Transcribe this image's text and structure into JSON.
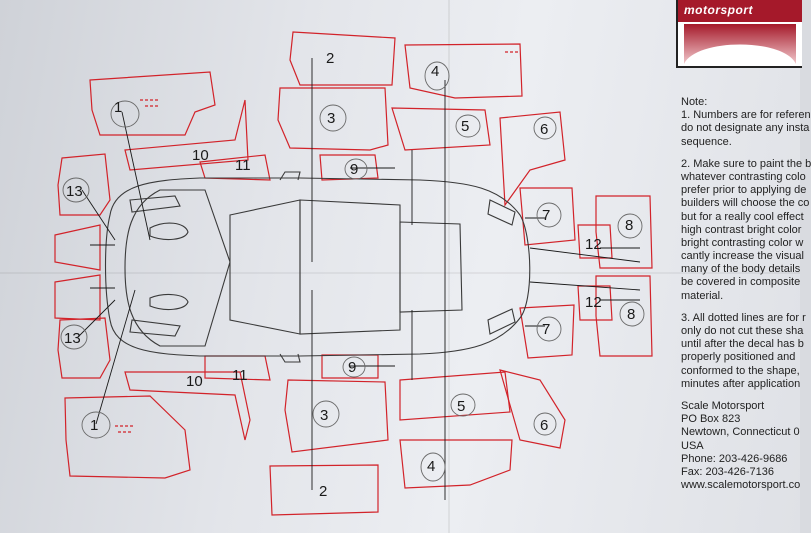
{
  "logo": {
    "text": "motorsport"
  },
  "notes": {
    "heading": "Note:",
    "note1": [
      "1. Numbers are for referen",
      "do not designate any insta",
      "sequence."
    ],
    "note2": [
      "2. Make sure to paint the b",
      "whatever contrasting colo",
      "prefer prior to applying de",
      "builders will choose the co",
      "but for a really cool effect",
      "high contrast bright color",
      "bright contrasting color w",
      "cantly increase the visual",
      "many of the body details",
      "be covered in composite",
      "material."
    ],
    "note3": [
      "3. All dotted lines are for r",
      "only do not cut these sha",
      "until after the decal has b",
      "properly positioned and",
      "conformed to the shape,",
      "minutes after application"
    ]
  },
  "contact": [
    "Scale Motorsport",
    "PO Box 823",
    "Newtown, Connecticut 0",
    "USA",
    "Phone: 203-426-9686",
    "Fax: 203-426-7136",
    "www.scalemotorsport.co"
  ],
  "parts": {
    "p1a": "1",
    "p1b": "1",
    "p2a": "2",
    "p2b": "2",
    "p3a": "3",
    "p3b": "3",
    "p4a": "4",
    "p4b": "4",
    "p5a": "5",
    "p5b": "5",
    "p6a": "6",
    "p6b": "6",
    "p7a": "7",
    "p7b": "7",
    "p8a": "8",
    "p8b": "8",
    "p9a": "9",
    "p9b": "9",
    "p10a": "10",
    "p10b": "10",
    "p11a": "11",
    "p11b": "11",
    "p12a": "12",
    "p12b": "12",
    "p13a": "13",
    "p13b": "13"
  },
  "colors": {
    "outline": "#d2232a",
    "car": "#3a3a3a",
    "logo_red": "#a5192a",
    "paper": "#e8eaee"
  }
}
